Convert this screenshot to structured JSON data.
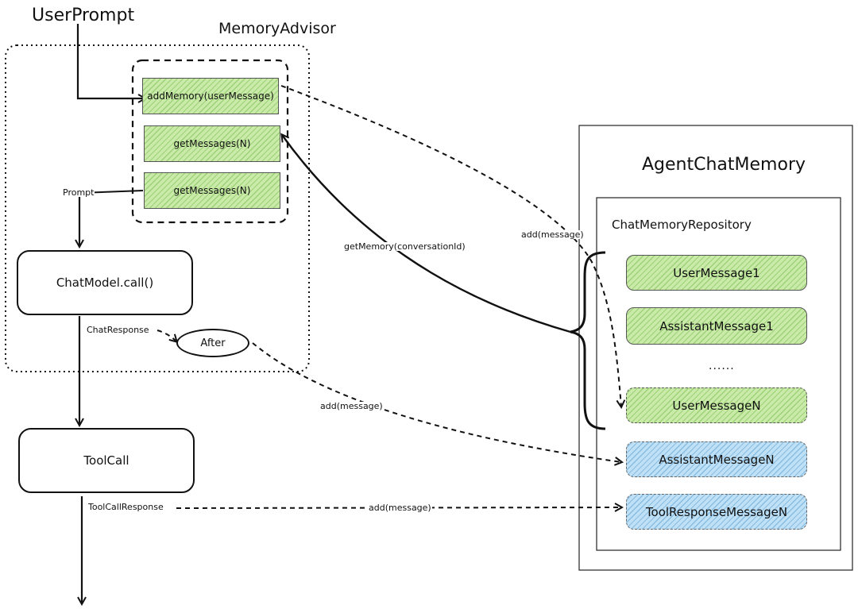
{
  "labels": {
    "user_prompt": "UserPrompt",
    "memory_advisor": "MemoryAdvisor",
    "agent_chat_memory": "AgentChatMemory",
    "chat_memory_repository": "ChatMemoryRepository"
  },
  "advisor_methods": [
    "addMemory(userMessage)",
    "getMessages(N)",
    "getMessages(N)"
  ],
  "nodes": {
    "chat_model_call": "ChatModel.call()",
    "tool_call": "ToolCall",
    "after": "After"
  },
  "repository_messages": [
    "UserMessage1",
    "AssistantMessage1",
    "......",
    "UserMessageN",
    "AssistantMessageN",
    "ToolResponseMessageN"
  ],
  "edge_labels": {
    "prompt": "Prompt",
    "chat_response": "ChatResponse",
    "tool_call_response": "ToolCallResponse",
    "get_memory": "getMemory(conversationId)",
    "add_message_top": "add(message)",
    "add_message_after": "add(message)",
    "add_message_tool": "add(message)"
  },
  "colors": {
    "green_fill": "#c9eaa8",
    "blue_fill": "#bfe0f5",
    "stroke": "#111111"
  }
}
